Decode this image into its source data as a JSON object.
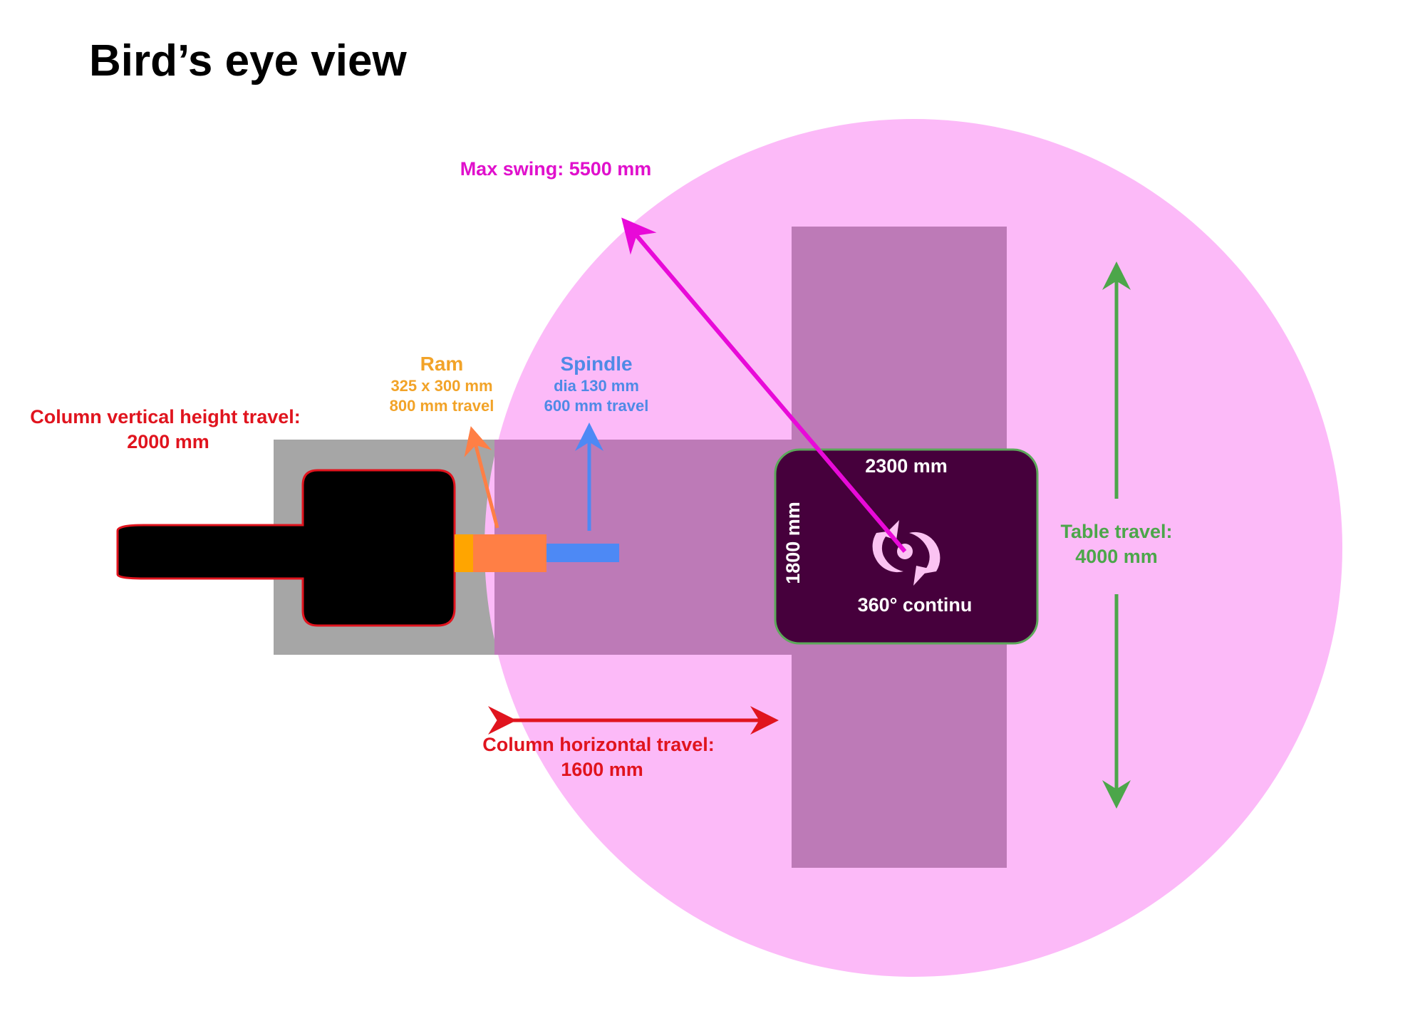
{
  "title": "Bird’s eye view",
  "labels": {
    "max_swing": "Max swing: 5500 mm",
    "ram_title": "Ram",
    "ram_size": "325 x 300 mm",
    "ram_travel": "800 mm travel",
    "spindle_title": "Spindle",
    "spindle_dia": "dia 130 mm",
    "spindle_travel": "600 mm travel",
    "column_vertical_line1": "Column vertical height travel:",
    "column_vertical_line2": "2000 mm",
    "table_width": "2300 mm",
    "table_depth": "1800 mm",
    "rotation": "360° continu",
    "table_travel_line1": "Table travel:",
    "table_travel_line2": "4000 mm",
    "column_horizontal_line1": "Column horizontal travel:",
    "column_horizontal_line2": "1600 mm"
  },
  "colors": {
    "swing_circle": "#fcbaf8",
    "table_rail": "#bd7ab7",
    "table_top": "#46003c",
    "table_border": "#5ca85a",
    "column_base": "#a6a6a6",
    "column_body": "#000000",
    "column_outline": "#e0141e",
    "ram_orange": "#ff7f45",
    "ram_yellow": "#ffa500",
    "spindle_blue": "#4d89f5",
    "swing_magenta": "#e80ad8",
    "red_text": "#e0141e",
    "orange_text": "#f2a328",
    "blue_text": "#4f8ae6",
    "green_text": "#4ca64a",
    "magenta_text": "#e010cc",
    "rotation_arrow": "#fbc3f2"
  }
}
